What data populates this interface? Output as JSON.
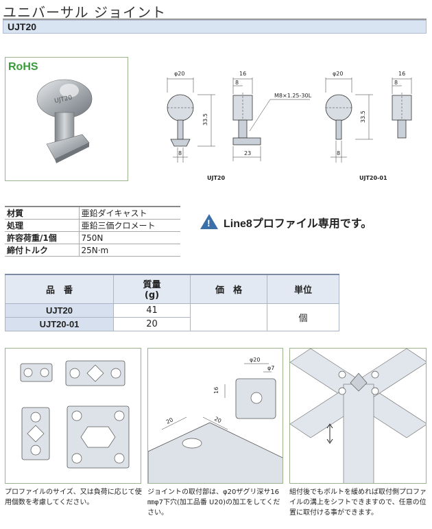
{
  "page": {
    "title": "ユニバーサル ジョイント",
    "model": "UJT20"
  },
  "product": {
    "badge": "RoHS"
  },
  "drawings": {
    "d1": "φ20",
    "d2": "16",
    "d3": "8",
    "d4": "33.5",
    "d5": "8",
    "d6": "23",
    "bolt": "M8×1.25-30L",
    "caption_a": "UJT20",
    "e1": "φ20",
    "e2": "16",
    "e3": "8",
    "e4": "33.5",
    "e5": "8",
    "caption_b": "UJT20-01"
  },
  "specs": [
    {
      "label": "材質",
      "value": "亜鉛ダイキャスト"
    },
    {
      "label": "処理",
      "value": "亜鉛三価クロメート"
    },
    {
      "label": "許容荷重/1個",
      "value": "750N"
    },
    {
      "label": "締付トルク",
      "value": "25N·m"
    }
  ],
  "notice": {
    "icon": "warning-icon",
    "text": "Line8プロファイル専用です。"
  },
  "order": {
    "headers": {
      "part": "品　番",
      "weight": "質量\n(g)",
      "price": "価　格",
      "unit": "単位"
    },
    "rows": [
      {
        "part": "UJT20",
        "weight": "41"
      },
      {
        "part": "UJT20-01",
        "weight": "20"
      }
    ],
    "unit_value": "個"
  },
  "details": {
    "dim_phi20": "φ20",
    "dim_phi7": "φ7",
    "dim_16": "16",
    "dim_20a": "20",
    "dim_20b": "20"
  },
  "captions": {
    "left": "プロファイルのサイズ、又は負荷に応じて使用個数を考慮してください。",
    "middle": "ジョイントの取付部は、φ20ザグリ深サ16㎜φ7下穴(加工品番 U20)の加工をしてください。",
    "right": "組付後でもボルトを緩めれば取付側プロファイルの溝上をシフトできますので、任意の位置に取付ける事ができます。"
  },
  "colors": {
    "header_bg": "#d9e4f2",
    "accent_blue": "#3b6fa8",
    "rohs_green": "#3a9a3a",
    "panel_border": "#9ab28a"
  }
}
